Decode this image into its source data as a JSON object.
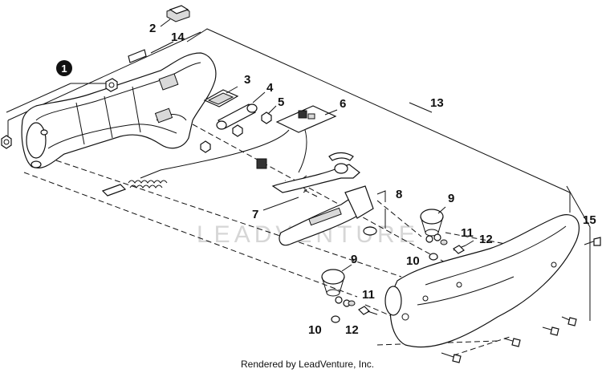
{
  "diagram": {
    "callouts": {
      "c1": "1",
      "c2": "2",
      "c3": "3",
      "c4": "4",
      "c5": "5",
      "c6": "6",
      "c7": "7",
      "c8": "8",
      "c9a": "9",
      "c9b": "9",
      "c10a": "10",
      "c10b": "10",
      "c11a": "11",
      "c11b": "11",
      "c12a": "12",
      "c12b": "12",
      "c13": "13",
      "c14": "14",
      "c15": "15"
    },
    "watermark": "LEADVENTURE",
    "footer": "Rendered by LeadVenture, Inc."
  }
}
